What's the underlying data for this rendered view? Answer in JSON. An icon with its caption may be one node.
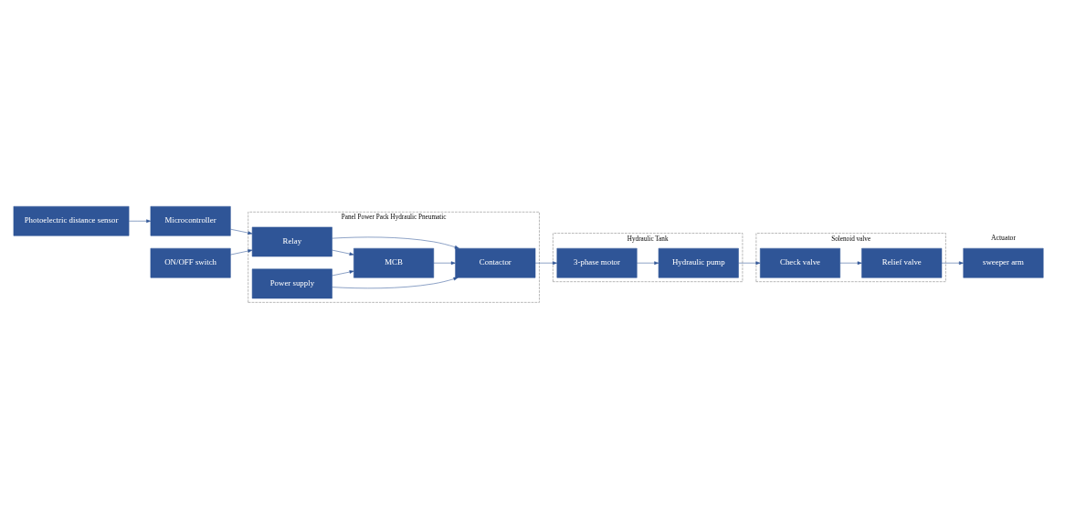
{
  "diagram": {
    "nodes": [
      {
        "text": [
          "Photoelectric distance sensor"
        ]
      },
      {
        "text": [
          "Microcontroller"
        ]
      },
      {
        "text": [
          "ON/OFF switch"
        ]
      },
      {
        "text": [
          "Panel Power Pack Hydraulic Pneumatic"
        ]
      },
      {
        "text": [
          "MCB"
        ],
        "in": 3
      },
      {
        "text": [
          "Relay"
        ],
        "in": 3
      },
      {
        "text": [
          "Hydraulic Tank"
        ]
      },
      {
        "text": [
          "Hydraulic pump"
        ],
        "in": 6
      },
      {
        "text": [
          "3-phase motor"
        ],
        "in": 6
      },
      {
        "text": [
          "Contactor"
        ],
        "in": 3
      },
      {
        "text": [
          "Power supply"
        ],
        "in": 3
      },
      {
        "text": [
          "Solenoid valve"
        ]
      },
      {
        "text": [
          "Check valve"
        ],
        "in": 11
      },
      {
        "text": [
          "Relief valve"
        ],
        "in": 11
      },
      {
        "text": [
          "Actuator",
          "sweeper arm"
        ]
      }
    ],
    "edges": [
      {
        "from": 0,
        "to": 1,
        "arrow": "to"
      },
      {
        "from": 1,
        "to": 5,
        "arrow": "to"
      },
      {
        "from": 2,
        "to": 5,
        "arrow": "to"
      },
      {
        "from": 5,
        "to": 4,
        "arrow": "to"
      },
      {
        "from": 5,
        "to": 9,
        "arrow": "to"
      },
      {
        "from": 10,
        "to": 4,
        "arrow": "to"
      },
      {
        "from": 10,
        "to": 9,
        "arrow": "to"
      },
      {
        "from": 4,
        "to": 9,
        "arrow": "to"
      },
      {
        "from": 9,
        "to": 8,
        "arrow": "to"
      },
      {
        "from": 8,
        "to": 7,
        "arrow": "to"
      },
      {
        "from": 7,
        "to": 12,
        "arrow": "to"
      },
      {
        "from": 12,
        "to": 13,
        "arrow": "to"
      },
      {
        "from": 13,
        "to": 14,
        "arrow": "to"
      }
    ]
  }
}
